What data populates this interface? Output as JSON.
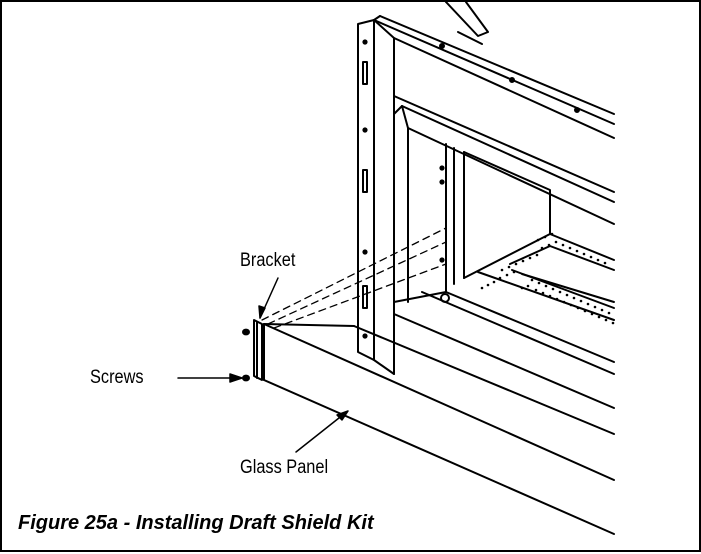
{
  "figure": {
    "caption": "Figure 25a - Installing Draft Shield Kit"
  },
  "callouts": {
    "bracket": "Bracket",
    "screws": "Screws",
    "glass_panel": "Glass Panel"
  }
}
